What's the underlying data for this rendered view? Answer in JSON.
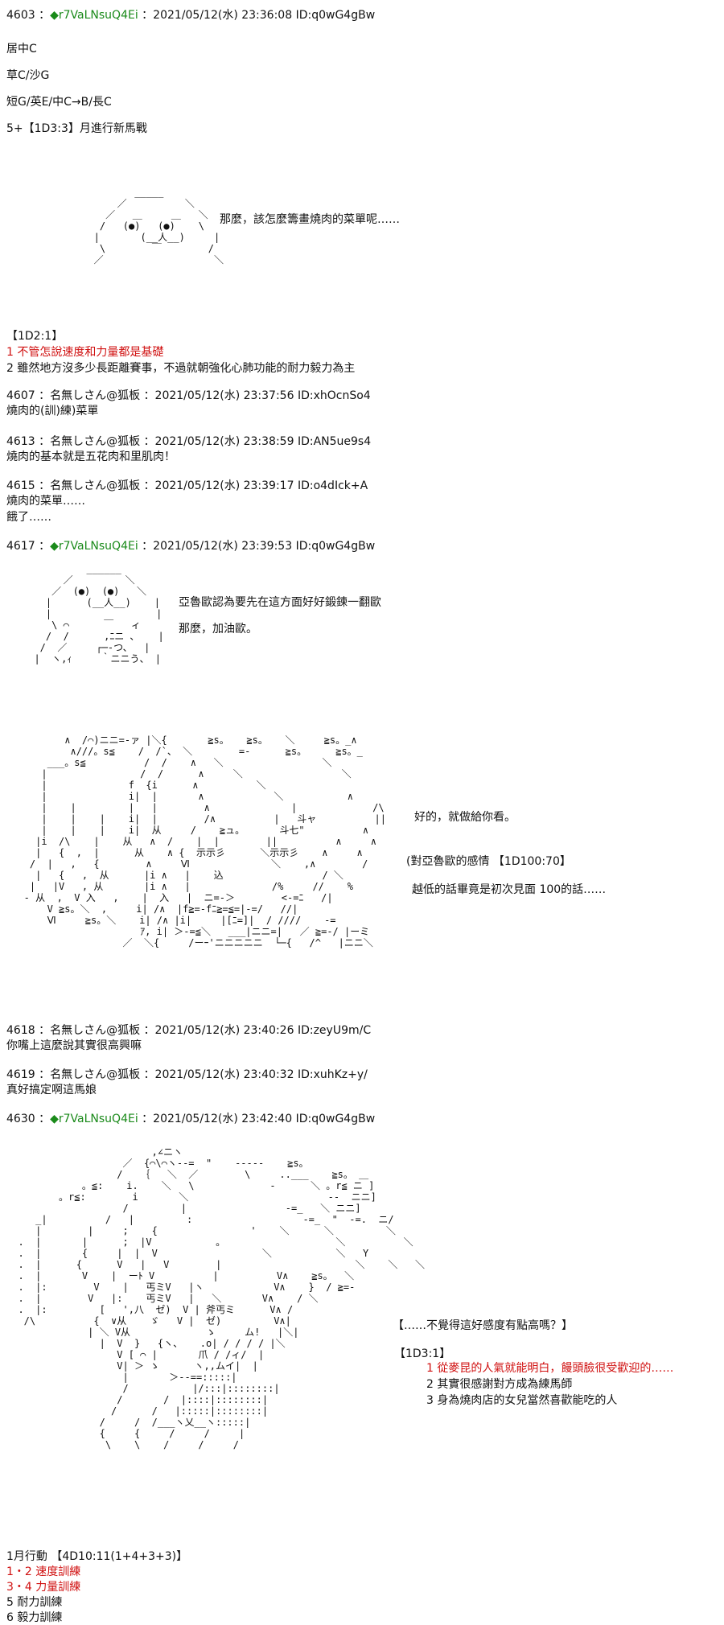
{
  "posts": {
    "p4603": {
      "num": "4603",
      "name": "r7VaLNsuQ4Ei",
      "date": "2021/05/12(水) 23:36:08",
      "id": "ID:q0wG4gBw",
      "lines": [
        "居中C",
        "草C/沙G",
        "短G/英E/中C→B/長C",
        "5+【1D3:3】月進行新馬戰"
      ],
      "speech": "那麼，該怎麼籌畫燒肉的菜單呢……"
    },
    "roll1": {
      "header": "【1D2:1】",
      "options": [
        "1   不管怎說速度和力量都是基礎",
        "2   雖然地方沒多少長距離賽事，不過就朝強化心肺功能的耐力毅力為主"
      ]
    },
    "p4607": {
      "num": "4607",
      "name": "名無しさん@狐板",
      "date": "2021/05/12(水) 23:37:56",
      "id": "ID:xhOcnSo4",
      "text": "燒肉的(訓)練)菜單"
    },
    "p4613": {
      "num": "4613",
      "name": "名無しさん@狐板",
      "date": "2021/05/12(水) 23:38:59",
      "id": "ID:AN5ue9s4",
      "text": "燒肉的基本就是五花肉和里肌肉！"
    },
    "p4615": {
      "num": "4615",
      "name": "名無しさん@狐板",
      "date": "2021/05/12(水) 23:39:17",
      "id": "ID:o4dIck+A",
      "text1": "燒肉的菜單……",
      "text2": "餓了……"
    },
    "p4617": {
      "num": "4617",
      "name": "r7VaLNsuQ4Ei",
      "date": "2021/05/12(水) 23:39:53",
      "id": "ID:q0wG4gBw",
      "speech1": "亞魯歐認為要先在這方面好好鍛鍊一翻歐",
      "speech2": "那麼，加油歐。",
      "speech3": "好的，就做給你看。",
      "speech4": "(對亞魯歐的感情 【1D100:70】",
      "speech5": "越低的話畢竟是初次見面  100的話……"
    },
    "p4618": {
      "num": "4618",
      "name": "名無しさん@狐板",
      "date": "2021/05/12(水) 23:40:26",
      "id": "ID:zeyU9m/C",
      "text": "你嘴上這麼說其實很高興嘛"
    },
    "p4619": {
      "num": "4619",
      "name": "名無しさん@狐板",
      "date": "2021/05/12(水) 23:40:32",
      "id": "ID:xuhKz+y/",
      "text": "真好搞定啊這馬娘"
    },
    "p4630": {
      "num": "4630",
      "name": "r7VaLNsuQ4Ei",
      "date": "2021/05/12(水) 23:42:40",
      "id": "ID:q0wG4gBw",
      "speech": "【……不覺得這好感度有點高嗎？】",
      "roll": "【1D3:1】",
      "opt1": "1   從麥昆的人氣就能明白，饅頭臉很受歡迎的……",
      "opt2": "2   其實很感謝對方成為練馬師",
      "opt3": "3   身為燒肉店的女兒當然喜歡能吃的人"
    },
    "action": {
      "title": "1月行動  【4D10:11(1+4+3+3)】",
      "items": [
        "1・2  速度訓練",
        "3・4  力量訓練",
        "5   耐力訓練",
        "6   毅力訓練"
      ]
    }
  },
  "colors": {
    "trip": "#1a8a1a",
    "red": "#d01010"
  }
}
